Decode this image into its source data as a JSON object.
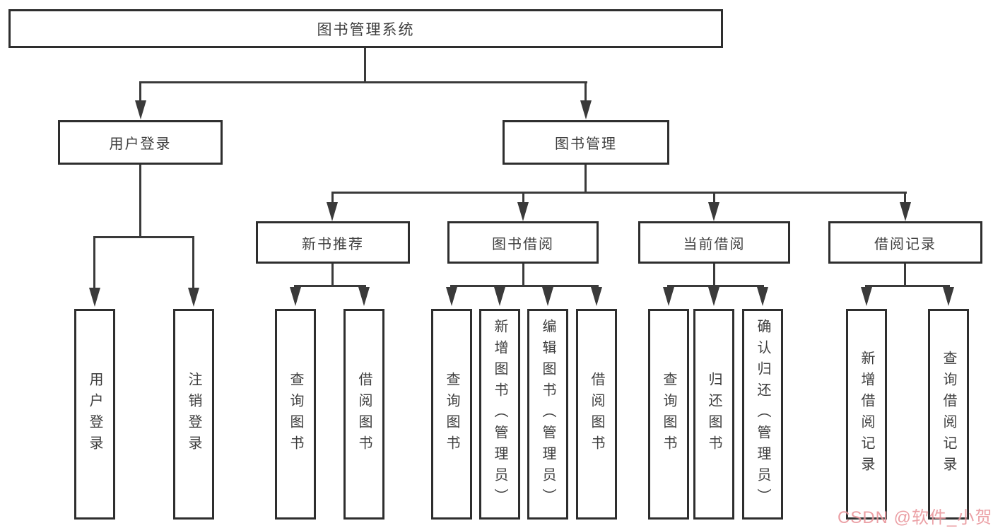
{
  "tree": {
    "root": {
      "label": "图书管理系统"
    },
    "login": {
      "label": "用户登录",
      "children": [
        "用户登录",
        "注销登录"
      ]
    },
    "management": {
      "label": "图书管理",
      "modules": {
        "recommend": {
          "label": "新书推荐",
          "children": [
            "查询图书",
            "借阅图书"
          ]
        },
        "borrow": {
          "label": "图书借阅",
          "children": [
            "查询图书",
            "新增图书（管理员）",
            "编辑图书（管理员）",
            "借阅图书"
          ]
        },
        "current": {
          "label": "当前借阅",
          "children": [
            "查询图书",
            "归还图书",
            "确认归还（管理员）"
          ]
        },
        "records": {
          "label": "借阅记录",
          "children": [
            "新增借阅记录",
            "查询借阅记录"
          ]
        }
      }
    }
  },
  "watermark": {
    "text": "CSDN @软件_小贺同学",
    "color": "#e9969c"
  },
  "colors": {
    "line": "#3a3a3a",
    "box_border": "#2e2e2e",
    "box_fill": "#ffffff",
    "text": "#3e3e3e",
    "background": "#ffffff"
  }
}
